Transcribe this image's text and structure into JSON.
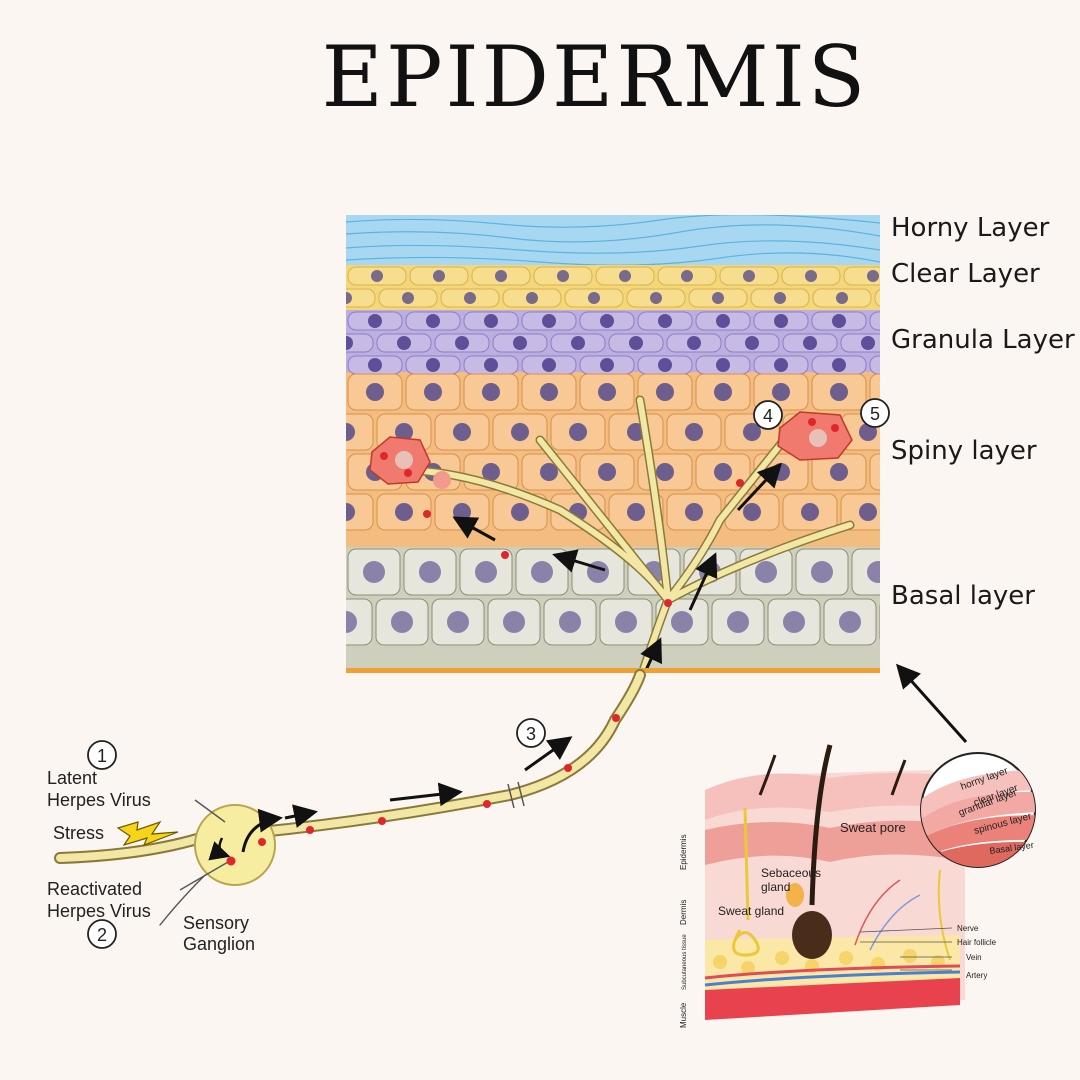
{
  "title": "EPIDERMIS",
  "layers": {
    "horny": "Horny Layer",
    "clear": "Clear Layer",
    "granula": "Granula Layer",
    "spiny": "Spiny layer",
    "basal": "Basal layer"
  },
  "pathway": {
    "step1": "1",
    "step2": "2",
    "step3": "3",
    "step4": "4",
    "step5": "5",
    "latent_line1": "Latent",
    "latent_line2": "Herpes Virus",
    "stress": "Stress",
    "reactivated_line1": "Reactivated",
    "reactivated_line2": "Herpes Virus",
    "ganglion_line1": "Sensory",
    "ganglion_line2": "Ganglion"
  },
  "skin": {
    "sweat_pore": "Sweat pore",
    "sebaceous_line1": "Sebaceous",
    "sebaceous_line2": "gland",
    "sweat_gland": "Sweat gland",
    "nerve": "Nerve",
    "hair_follicle": "Hair follicle",
    "vein": "Vein",
    "artery": "Artery",
    "side_epidermis": "Epidermis",
    "side_dermis": "Dermis",
    "side_subcutaneous": "Subcutaneous tissue",
    "side_muscle": "Muscle"
  },
  "zoom": {
    "horny": "horny layer",
    "clear": "clear layer",
    "granular": "granular layer",
    "spinous": "spinous layer",
    "basal": "Basal layer"
  },
  "colors": {
    "horny": "#9fd3ee",
    "clear": "#f2d36b",
    "granula": "#b7a9dd",
    "spiny": "#f2b878",
    "basal": "#c9c9b5",
    "nerve": "#f3e7a6",
    "virus": "#e0262d"
  }
}
